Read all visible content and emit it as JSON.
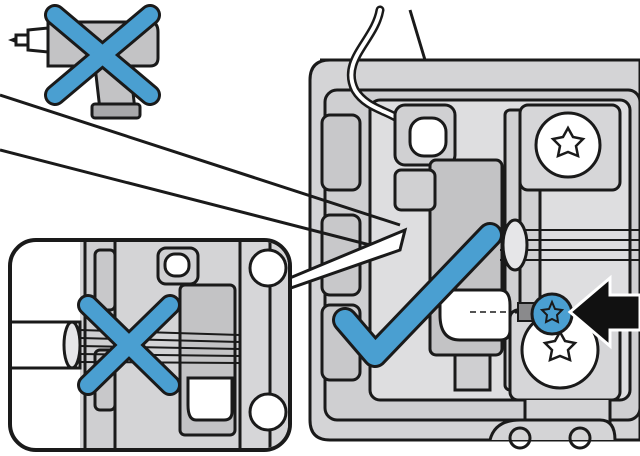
{
  "illustration": {
    "kind": "installation-instruction",
    "colors": {
      "outline": "#1a1a1a",
      "panel_gray": "#d4d4d6",
      "part_gray": "#c3c3c5",
      "cross_blue": "#4a9fd1",
      "check_blue": "#4a9fd1",
      "arrow_black": "#111111",
      "screw_blue": "#4a9fd1",
      "background": "#ffffff"
    },
    "icons": [
      {
        "name": "power-drill-icon",
        "status": "not-allowed"
      },
      {
        "name": "cross-mark-icon",
        "meaning": "wrong"
      },
      {
        "name": "check-mark-icon",
        "meaning": "correct"
      },
      {
        "name": "screw-icon"
      },
      {
        "name": "arrow-icon",
        "meaning": "insert screw"
      }
    ],
    "insets": [
      {
        "name": "wrong-cable-routing-inset",
        "status": "wrong"
      }
    ]
  }
}
